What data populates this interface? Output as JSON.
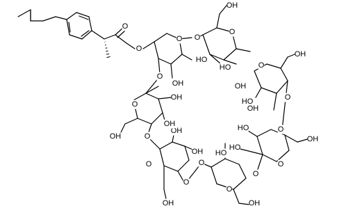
{
  "molecule": {
    "atom_labels": {
      "O": "O",
      "OH": "OH",
      "HO": "HO"
    }
  }
}
